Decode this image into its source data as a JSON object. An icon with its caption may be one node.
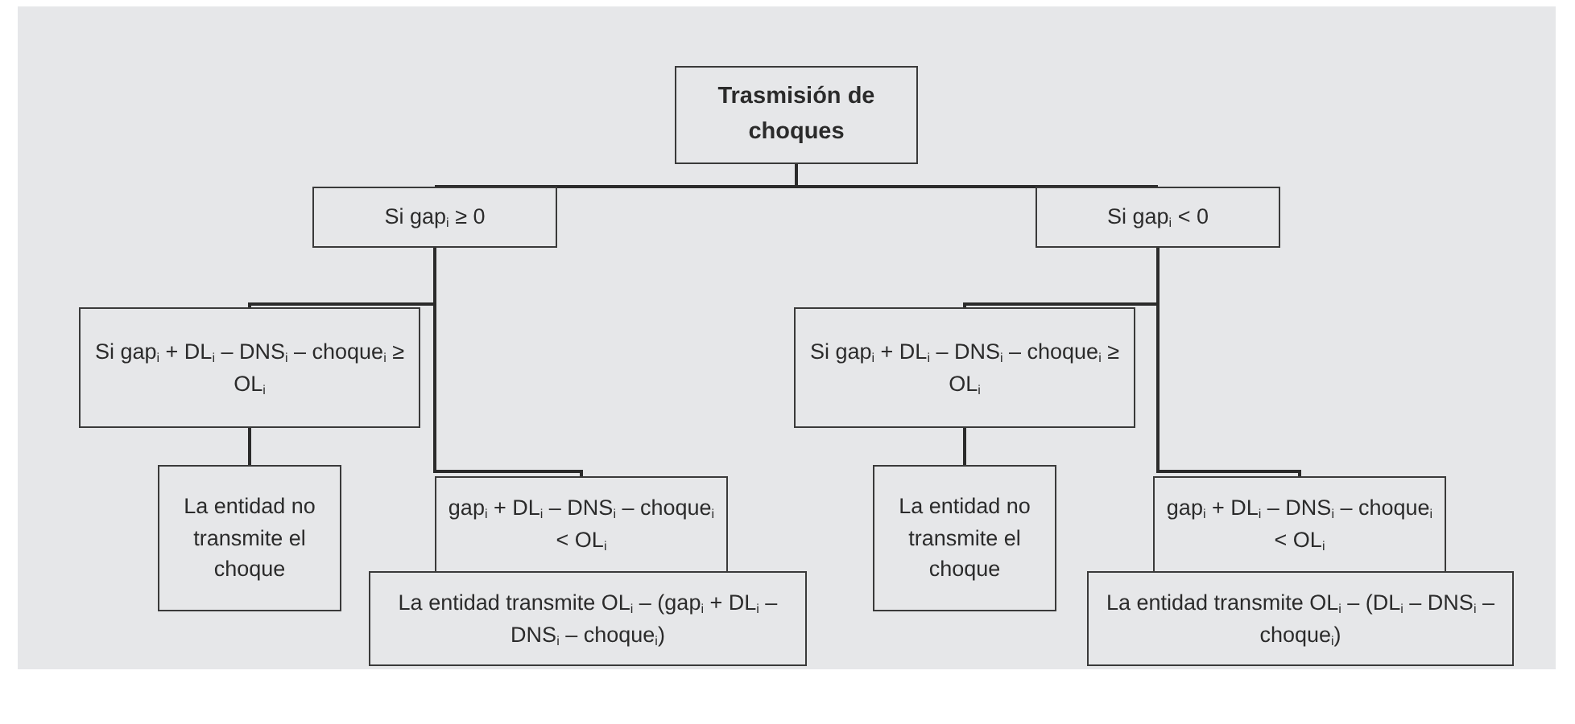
{
  "diagram": {
    "nodes": [
      {
        "text": [
          "Trasmisión de choques"
        ]
      },
      {
        "text": [
          "Si gap$_{i}$ ≥ 0"
        ]
      },
      {
        "text": [
          "Si gap$_{i}$ < 0"
        ]
      },
      {
        "text": [
          "Si gap$_{i}$ + DL$_{i}$ – DNS$_{i}$ – choque$_{i}$ ≥ OL$_{i}$"
        ]
      },
      {
        "text": [
          "La entidad no transmite el choque"
        ]
      },
      {
        "text": [
          "gap$_{i}$ + DL$_{i}$ – DNS$_{i}$ – choque$_{i}$ < OL$_{i}$"
        ]
      },
      {
        "text": [
          "La entidad transmite OL$_{i}$ – (gap$_{i}$ + DL$_{i}$ – DNS$_{i}$ – choque$_{i}$)"
        ]
      },
      {
        "text": [
          "Si gap$_{i}$ + DL$_{i}$ – DNS$_{i}$ – choque$_{i}$ ≥ OL$_{i}$"
        ]
      },
      {
        "text": [
          "La entidad no transmite el choque"
        ]
      },
      {
        "text": [
          "gap$_{i}$ + DL$_{i}$ – DNS$_{i}$ – choque$_{i}$ < OL$_{i}$"
        ]
      },
      {
        "text": [
          "La entidad transmite OL$_{i}$ – (DL$_{i}$ – DNS$_{i}$ – choque$_{i}$)"
        ]
      }
    ],
    "edges": [
      {
        "from": 0,
        "to": 1,
        "arrow": "none"
      },
      {
        "from": 0,
        "to": 2,
        "arrow": "none"
      },
      {
        "from": 1,
        "to": 3,
        "arrow": "none"
      },
      {
        "from": 1,
        "to": 5,
        "arrow": "none"
      },
      {
        "from": 3,
        "to": 4,
        "arrow": "none"
      },
      {
        "from": 2,
        "to": 7,
        "arrow": "none"
      },
      {
        "from": 2,
        "to": 9,
        "arrow": "none"
      },
      {
        "from": 7,
        "to": 8,
        "arrow": "none"
      }
    ]
  }
}
